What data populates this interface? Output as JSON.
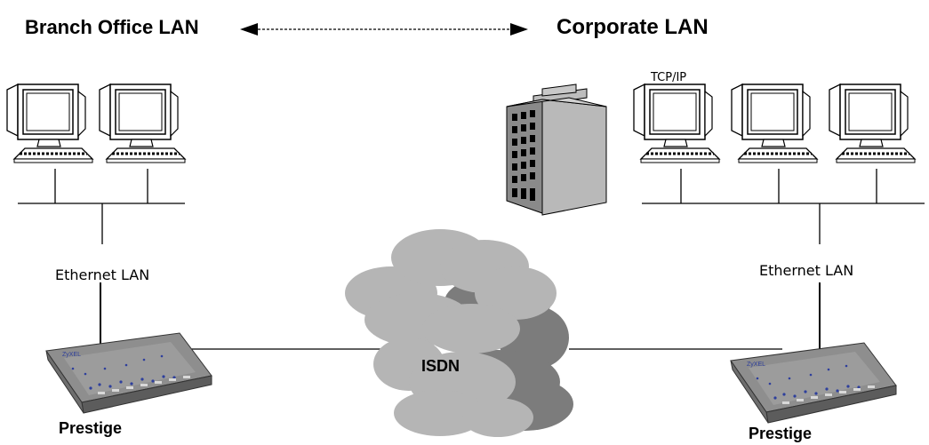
{
  "labels": {
    "branch_lan": "Branch Office LAN",
    "corporate_lan": "Corporate LAN",
    "tcpip": "TCP/IP",
    "ethernet_left": "Ethernet LAN",
    "ethernet_right": "Ethernet LAN",
    "isdn": "ISDN",
    "prestige_left": "Prestige",
    "prestige_right": "Prestige"
  },
  "icons": [
    "computer-icon",
    "office-building-icon",
    "cloud-icon",
    "router-icon"
  ],
  "colors": {
    "line": "#000000",
    "cloud_light": "#b5b5b5",
    "cloud_dark": "#7c7c7c",
    "building": "#9a9a9a",
    "router": "#8c8c8c"
  }
}
